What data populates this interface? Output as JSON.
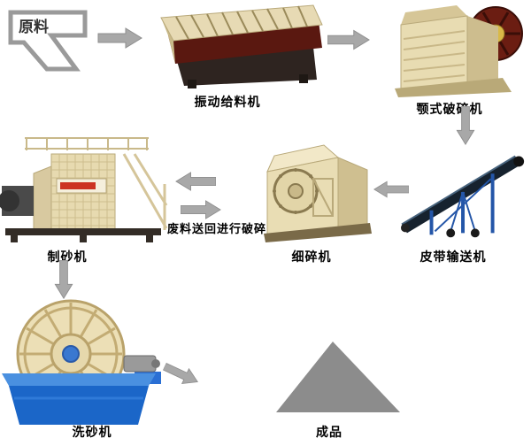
{
  "flow": {
    "raw_material": "原料",
    "feeder_label": "振动给料机",
    "jaw_crusher_label": "颚式破碎机",
    "belt_conveyor_label": "皮带输送机",
    "fine_crusher_label": "细碎机",
    "sand_maker_label": "制砂机",
    "sand_washer_label": "洗砂机",
    "product_label": "成品",
    "waste_return_note": "废料送回进行破碎"
  },
  "sequence": [
    "原料",
    "振动给料机",
    "颚式破碎机",
    "皮带输送机",
    "细碎机",
    "制砂机",
    "洗砂机",
    "成品"
  ],
  "colors": {
    "arrow_gray": "#a8a8a8",
    "machine_beige": "#e8dcb4",
    "machine_maroon": "#5a1810",
    "washer_blue": "#1b66c8",
    "product_gray": "#8c8c8c",
    "label_text": "#000000"
  }
}
